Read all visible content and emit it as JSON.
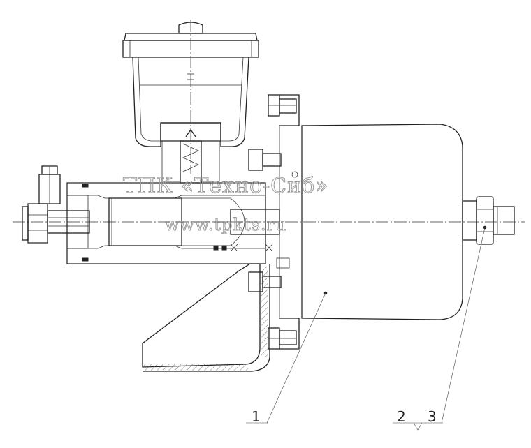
{
  "watermark": {
    "line1": "ТПК «Техно-Сиб»",
    "line2": "www.tpkts.ru"
  },
  "callouts": [
    {
      "id": "1",
      "label": "1"
    },
    {
      "id": "2",
      "label": "2"
    },
    {
      "id": "3",
      "label": "3"
    }
  ],
  "colors": {
    "line": "#222222",
    "hatch": "#666666",
    "watermark": "#9a9a9a"
  }
}
